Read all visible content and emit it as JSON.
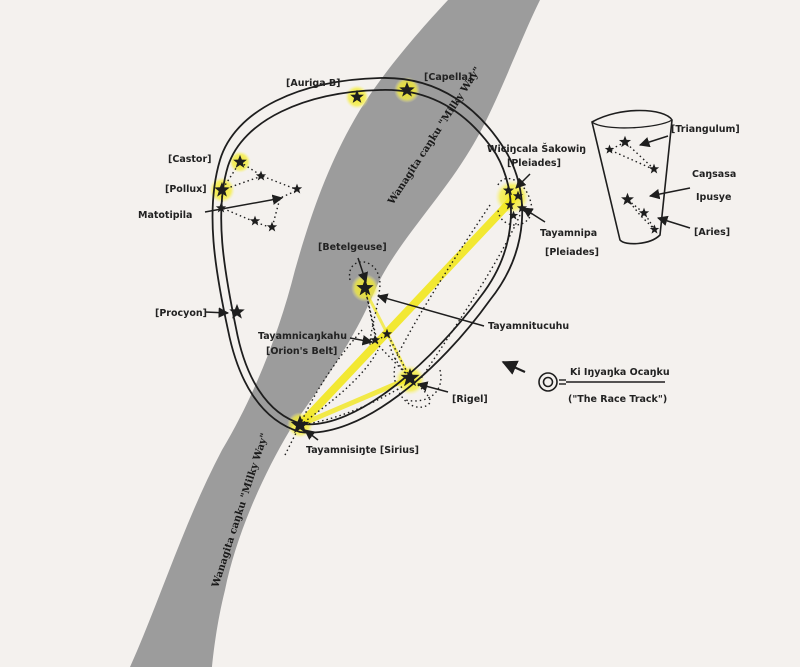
{
  "labels": {
    "auriga_b": "[Auriga B]",
    "capella": "[Capella]",
    "castor": "[Castor]",
    "pollux": "[Pollux]",
    "matotipila": "Matotipila",
    "procyon": "[Procyon]",
    "betelgeuse": "[Betelgeuse]",
    "wicincala_top": "Wiciŋcala Šakowiŋ",
    "wicincala_sub": "[Pleiades]",
    "tayamnipa": "Tayamnipa",
    "tayamnipa_sub": "[Pleiades]",
    "tayamnicankahu": "Tayamnicaŋkahu",
    "orions_belt": "[Orion's Belt]",
    "tayamnitucuhu": "Tayamnitucuhu",
    "rigel": "[Rigel]",
    "sirius": "Tayamnisiŋte [Sirius]",
    "triangulum": "[Triangulum]",
    "cansasa": "Caŋsasa",
    "ipusye": "Ipusye",
    "aries": "[Aries]",
    "milky_way_upper": "Wanagita caŋku  \"Milky Way\"",
    "milky_way_lower": "Wanagita caŋku  \"Milky Way\"",
    "race_track_title": "Ki Iŋyaŋka Ocaŋku",
    "race_track_sub": "(\"The Race Track\")"
  },
  "colors": {
    "paper": "#f4f1ee",
    "milky_way": "#9c9c9c",
    "highlight": "#f5ee1f",
    "ink": "#1e1e1e"
  }
}
